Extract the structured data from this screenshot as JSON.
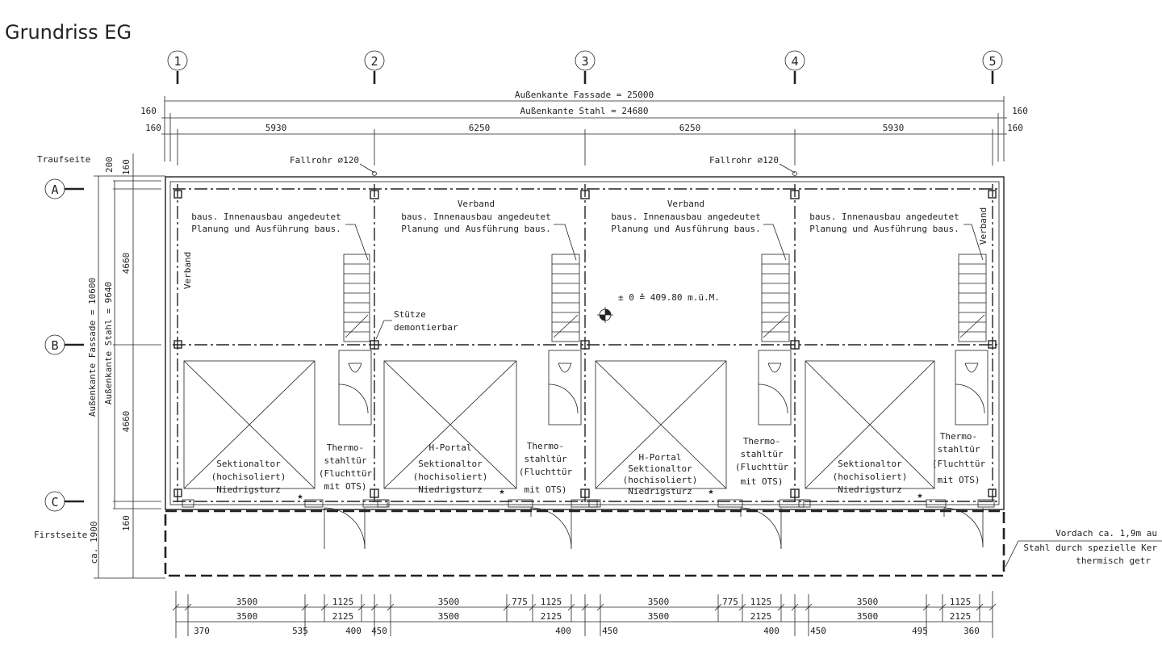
{
  "title": "Grundriss EG",
  "axes_columns": [
    "1",
    "2",
    "3",
    "4",
    "5"
  ],
  "axes_rows": [
    "A",
    "B",
    "C"
  ],
  "dimensions_top": {
    "facade": "Außenkante Fassade = 25000",
    "steel": "Außenkante Stahl = 24680",
    "edge_left_1": "160",
    "edge_left_2": "160",
    "edge_right_1": "160",
    "edge_right_2": "160",
    "spans": [
      "5930",
      "6250",
      "6250",
      "5930"
    ]
  },
  "dimensions_left": {
    "facade": "Außenkante Fassade = 10600",
    "steel": "Außenkante Stahl = 9640",
    "d200": "200",
    "d160a": "160",
    "d4660a": "4660",
    "d4660b": "4660",
    "d160b": "160",
    "canopy": "ca. 1900"
  },
  "side_labels": {
    "eaves": "Traufseite",
    "gable": "Firstseite"
  },
  "labels": {
    "downpipe": "Fallrohr ⌀120",
    "interior_1": "baus. Innenausbau angedeutet",
    "interior_2": "Planung und Ausführung baus.",
    "bracing": "Verband",
    "column_1": "Stütze",
    "column_2": "demontierbar",
    "level": "± 0 ≙ 409.80 m.ü.M.",
    "portal": "H-Portal",
    "gate_1": "Sektionaltor",
    "gate_2": "(hochisoliert)",
    "gate_3": "Niedrigsturz",
    "door_1": "Thermo-",
    "door_2": "stahltür",
    "door_3": "(Fluchttür",
    "door_4": "mit OTS)",
    "canopy_1": "Vordach ca. 1,9m au",
    "canopy_2": "Stahl durch spezielle Ker",
    "canopy_3": "thermisch getr",
    "star": "★"
  },
  "dimensions_bottom": {
    "bays": [
      {
        "gate": "3500",
        "gate2": "3500",
        "gap": "",
        "door": "1125",
        "door2": "2125",
        "left": "370",
        "mid": "535",
        "right": "400"
      },
      {
        "gate": "3500",
        "gate2": "3500",
        "gap": "775",
        "door": "1125",
        "door2": "2125",
        "left": "450",
        "mid": "",
        "right": "400"
      },
      {
        "gate": "3500",
        "gate2": "3500",
        "gap": "775",
        "door": "1125",
        "door2": "2125",
        "left": "450",
        "mid": "",
        "right": "400"
      },
      {
        "gate": "3500",
        "gate2": "3500",
        "gap": "",
        "door": "1125",
        "door2": "2125",
        "left": "450",
        "mid": "495",
        "right": "360"
      }
    ]
  }
}
